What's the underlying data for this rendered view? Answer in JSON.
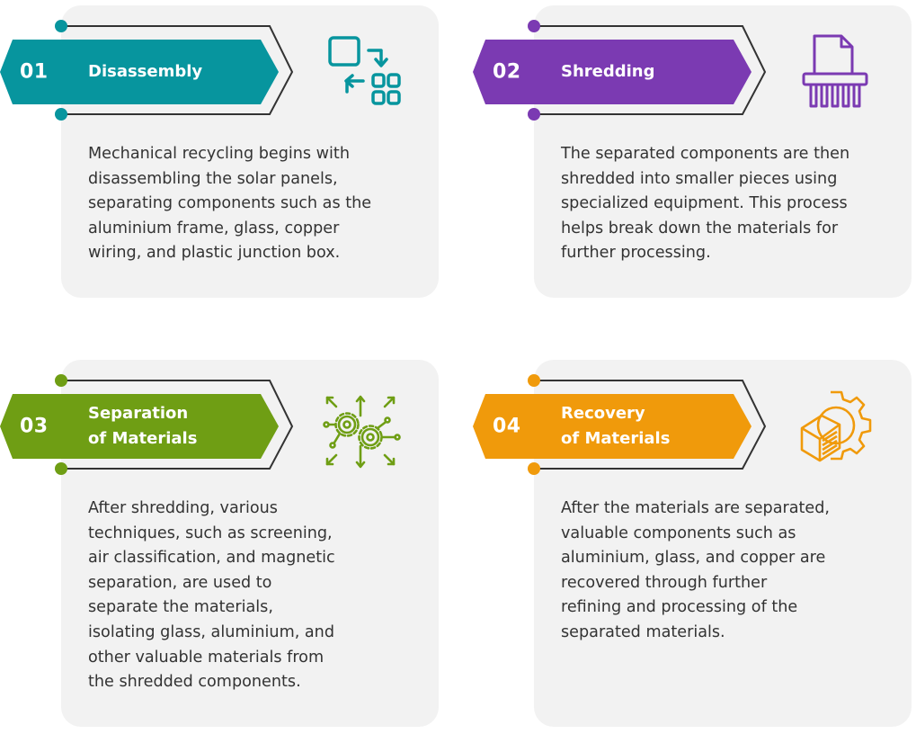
{
  "colors": {
    "teal": "#07959e",
    "purple": "#7b3ab2",
    "green": "#6f9e14",
    "orange": "#f09a0b",
    "card": "#f2f2f2",
    "line": "#333333"
  },
  "steps": [
    {
      "number": "01",
      "title": "Disassembly",
      "lines": [
        "Mechanical recycling begins with",
        "disassembling the solar panels,",
        "separating components such as the",
        "aluminium frame, glass, copper",
        "wiring, and plastic junction box."
      ],
      "icon": "rearrange-icon"
    },
    {
      "number": "02",
      "title": "Shredding",
      "lines": [
        "The separated components are then",
        "shredded into smaller pieces using",
        "specialized equipment. This process",
        "helps break down the materials for",
        "further processing."
      ],
      "icon": "shredder-icon"
    },
    {
      "number": "03",
      "title": "Separation of Materials",
      "title_lines": [
        "Separation",
        "of Materials"
      ],
      "lines": [
        "After shredding, various",
        "techniques, such as screening,",
        "air classification, and magnetic",
        "separation, are used to",
        "separate the materials,",
        "isolating glass, aluminium, and",
        "other valuable materials from",
        "the shredded components."
      ],
      "icon": "gears-network-icon"
    },
    {
      "number": "04",
      "title": "Recovery of Materials",
      "title_lines": [
        "Recovery",
        "of Materials"
      ],
      "lines": [
        "After the materials are separated,",
        "valuable components such as",
        "aluminium, glass, and copper are",
        "recovered through further",
        "refining and processing of the",
        "separated materials."
      ],
      "icon": "material-gear-icon"
    }
  ]
}
